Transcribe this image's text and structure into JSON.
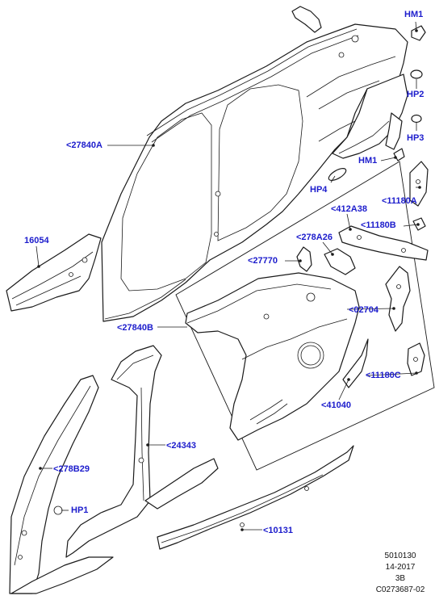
{
  "labels": {
    "hm1_top": "HM1",
    "hp2": "HP2",
    "hp3": "HP3",
    "hm1_mid": "HM1",
    "hp4": "HP4",
    "p27840a": "<27840A",
    "p16054": "16054",
    "p11180a": "<11180A",
    "p412a38": "<412A38",
    "p11180b": "<11180B",
    "p278a26": "<278A26",
    "p27770": "<27770",
    "p02704": "<02704",
    "p27840b": "<27840B",
    "p11180c": "<11180C",
    "p41040": "<41040",
    "p24343": "<24343",
    "p278b29": "<278B29",
    "hp1": "HP1",
    "p10131": "<10131"
  },
  "reference": {
    "line1": "5010130",
    "line2": "14-2017",
    "line3": "3B",
    "line4": "C0273687-02"
  },
  "colors": {
    "label": "#1c1ccc",
    "line": "#1a1a1a"
  }
}
